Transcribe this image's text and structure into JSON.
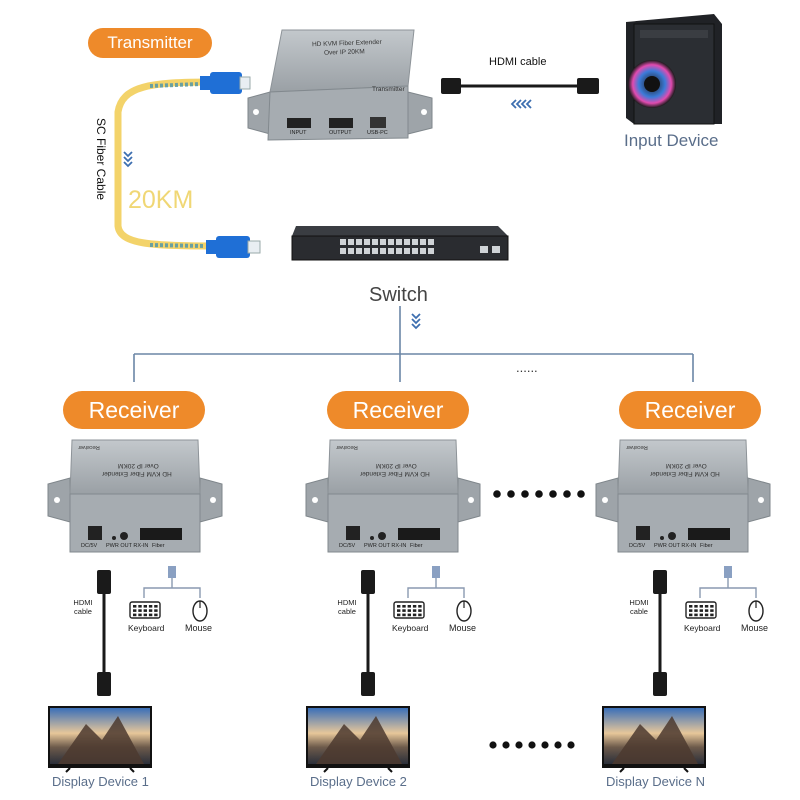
{
  "transmitter": {
    "pill": "Transmitter",
    "title_line1": "HD KVM Fiber Extender",
    "title_line2": "Over IP 20KM",
    "name": "Transmitter",
    "ports": [
      "INPUT",
      "OUTPUT",
      "USB-PC"
    ]
  },
  "hdmi_top_label": "HDMI cable",
  "input_device_label": "Input Device",
  "fiber_label": "SC Fiber Cable",
  "distance_label": "20KM",
  "switch_label": "Switch",
  "branch_dots": "......",
  "receivers": [
    {
      "pill": "Receiver",
      "title_line1": "HD KVM Fiber Extender",
      "title_line2": "Over IP 20KM",
      "name": "Receiver",
      "ports": [
        "DC/5V",
        "PWR OUT RX-IN",
        "Fiber"
      ],
      "hdmi": "HDMI cable",
      "keyboard": "Keyboard",
      "mouse": "Mouse",
      "display": "Display Device 1"
    },
    {
      "pill": "Receiver",
      "title_line1": "HD KVM Fiber Extender",
      "title_line2": "Over IP 20KM",
      "name": "Receiver",
      "ports": [
        "DC/5V",
        "PWR OUT RX-IN",
        "Fiber"
      ],
      "hdmi": "HDMI cable",
      "keyboard": "Keyboard",
      "mouse": "Mouse",
      "display": "Display Device 2"
    },
    {
      "pill": "Receiver",
      "title_line1": "HD KVM Fiber Extender",
      "title_line2": "Over IP 20KM",
      "name": "Receiver",
      "ports": [
        "DC/5V",
        "PWR OUT RX-IN",
        "Fiber"
      ],
      "hdmi": "HDMI cable",
      "keyboard": "Keyboard",
      "mouse": "Mouse",
      "display": "Display Device N"
    }
  ],
  "colors": {
    "accent": "#ee8a2a",
    "line": "#6b86a6",
    "chevron": "#3d6fb0",
    "fiber": "#f3d36a",
    "connector": "#1f6fd6",
    "device_body": "#a9afb4",
    "distance_text": "#f0d775"
  }
}
